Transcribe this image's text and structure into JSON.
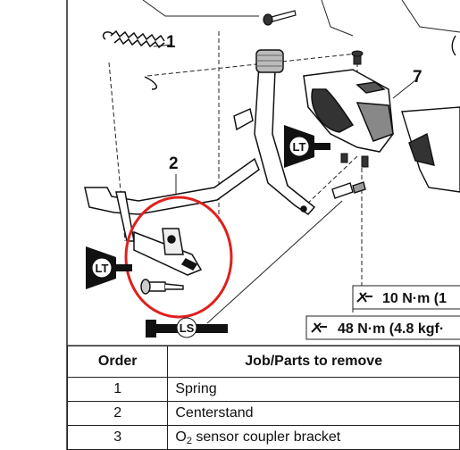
{
  "diagram": {
    "callouts": [
      "1",
      "2",
      "7"
    ],
    "torque_specs": [
      "10 N·m (1",
      "48 N·m (4.8 kgf·"
    ],
    "badges": {
      "lt": "LT",
      "ls": "LS"
    }
  },
  "table": {
    "headers": {
      "order": "Order",
      "job": "Job/Parts to remove"
    },
    "rows": [
      {
        "order": "1",
        "job": "Spring"
      },
      {
        "order": "2",
        "job": "Centerstand"
      },
      {
        "order": "3",
        "job_prefix": "O",
        "job_sub": "2",
        "job_suffix": " sensor coupler bracket"
      }
    ]
  },
  "annotation_color": "#e0201e"
}
